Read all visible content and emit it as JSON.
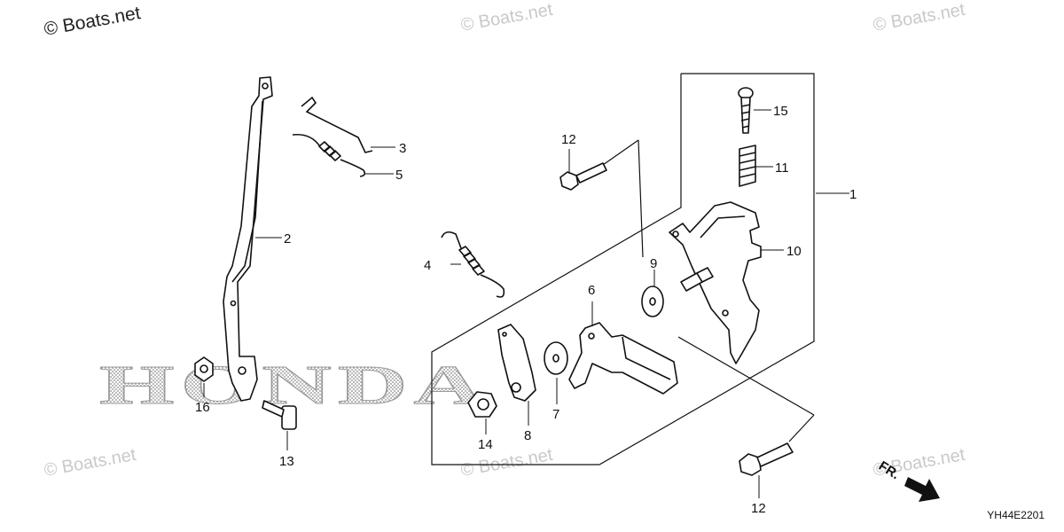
{
  "watermarks": {
    "top_left": "© Boats.net",
    "other": "© Boats.net"
  },
  "brand_text": "HONDA",
  "direction_label": "FR.",
  "diagram_code": "YH44E2201",
  "part_labels": {
    "p1": "1",
    "p2": "2",
    "p3": "3",
    "p4": "4",
    "p5": "5",
    "p6": "6",
    "p7": "7",
    "p8": "8",
    "p9": "9",
    "p10": "10",
    "p11": "11",
    "p12a": "12",
    "p12b": "12",
    "p13": "13",
    "p14": "14",
    "p15": "15",
    "p16": "16"
  }
}
